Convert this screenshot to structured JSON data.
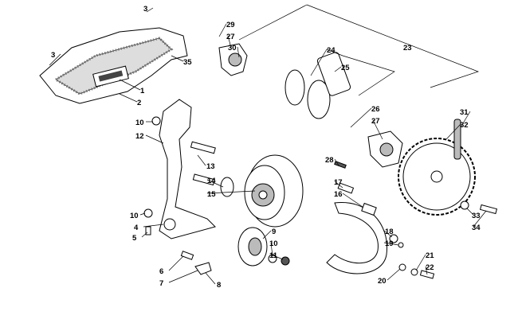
{
  "callouts": [
    {
      "id": "c3a",
      "text": "3"
    },
    {
      "id": "c3b",
      "text": "3"
    },
    {
      "id": "c35",
      "text": "35"
    },
    {
      "id": "c1",
      "text": "1"
    },
    {
      "id": "c2",
      "text": "2"
    },
    {
      "id": "c29",
      "text": "29"
    },
    {
      "id": "c27a",
      "text": "27"
    },
    {
      "id": "c30",
      "text": "30"
    },
    {
      "id": "c24",
      "text": "24"
    },
    {
      "id": "c23",
      "text": "23"
    },
    {
      "id": "c25",
      "text": "25"
    },
    {
      "id": "c26",
      "text": "26"
    },
    {
      "id": "c27b",
      "text": "27"
    },
    {
      "id": "c28",
      "text": "28"
    },
    {
      "id": "c31",
      "text": "31"
    },
    {
      "id": "c32",
      "text": "32"
    },
    {
      "id": "c10a",
      "text": "10"
    },
    {
      "id": "c12",
      "text": "12"
    },
    {
      "id": "c13",
      "text": "13"
    },
    {
      "id": "c14",
      "text": "14"
    },
    {
      "id": "c15",
      "text": "15"
    },
    {
      "id": "c17",
      "text": "17"
    },
    {
      "id": "c16",
      "text": "16"
    },
    {
      "id": "c10b",
      "text": "10"
    },
    {
      "id": "c4",
      "text": "4"
    },
    {
      "id": "c5",
      "text": "5"
    },
    {
      "id": "c9",
      "text": "9"
    },
    {
      "id": "c10c",
      "text": "10"
    },
    {
      "id": "c11",
      "text": "11"
    },
    {
      "id": "c18",
      "text": "18"
    },
    {
      "id": "c19",
      "text": "19"
    },
    {
      "id": "c6",
      "text": "6"
    },
    {
      "id": "c7",
      "text": "7"
    },
    {
      "id": "c8",
      "text": "8"
    },
    {
      "id": "c20",
      "text": "20"
    },
    {
      "id": "c21",
      "text": "21"
    },
    {
      "id": "c22",
      "text": "22"
    },
    {
      "id": "c33",
      "text": "33"
    },
    {
      "id": "c34",
      "text": "34"
    }
  ]
}
